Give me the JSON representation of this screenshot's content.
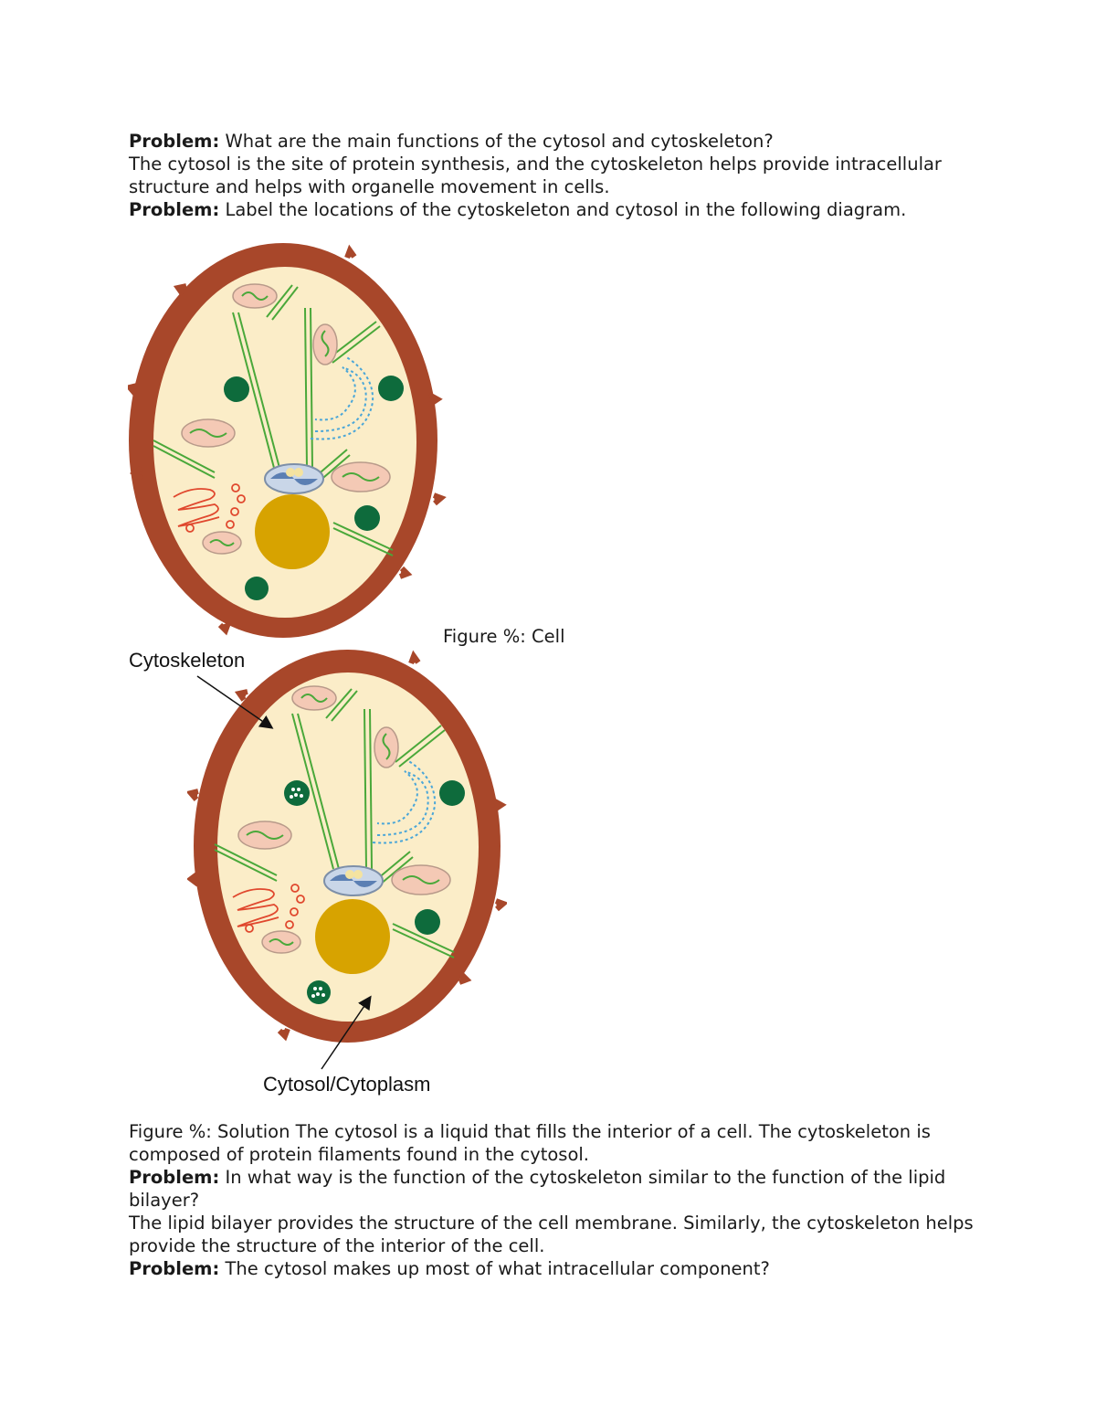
{
  "block1": {
    "p1_label": "Problem:",
    "p1_question": " What are the main functions of the cytosol and cytoskeleton?",
    "p1_answer": "The cytosol is the site of protein synthesis, and the cytoskeleton helps provide intracellular structure and helps with organelle movement in cells.",
    "p2_label": "Problem:",
    "p2_question": " Label the locations of the cytoskeleton and cytosol in the following diagram."
  },
  "figure1": {
    "caption": "Figure %: Cell"
  },
  "figure2": {
    "label_cytoskeleton": "Cytoskeleton",
    "label_cytosol": "Cytosol/Cytoplasm"
  },
  "block2": {
    "solution": "Figure %: Solution The cytosol is a liquid that fills the interior of a cell. The cytoskeleton is composed of protein filaments found in the cytosol.",
    "p3_label": "Problem:",
    "p3_question": " In what way is the function of the cytoskeleton similar to the function of the lipid bilayer?",
    "p3_answer": "The lipid bilayer provides the structure of the cell membrane. Similarly, the cytoskeleton helps provide the structure of the interior of the cell.",
    "p4_label": "Problem:",
    "p4_question": " The cytosol makes up most of what intracellular component?"
  },
  "colors": {
    "membrane": "#a8472a",
    "cytoplasm": "#fbedc8",
    "nucleus": "#d7a300",
    "filament": "#4aa83a",
    "vesicle": "#0e6b3c",
    "er": "#e0482e",
    "golgi": "#4aa6d8"
  }
}
